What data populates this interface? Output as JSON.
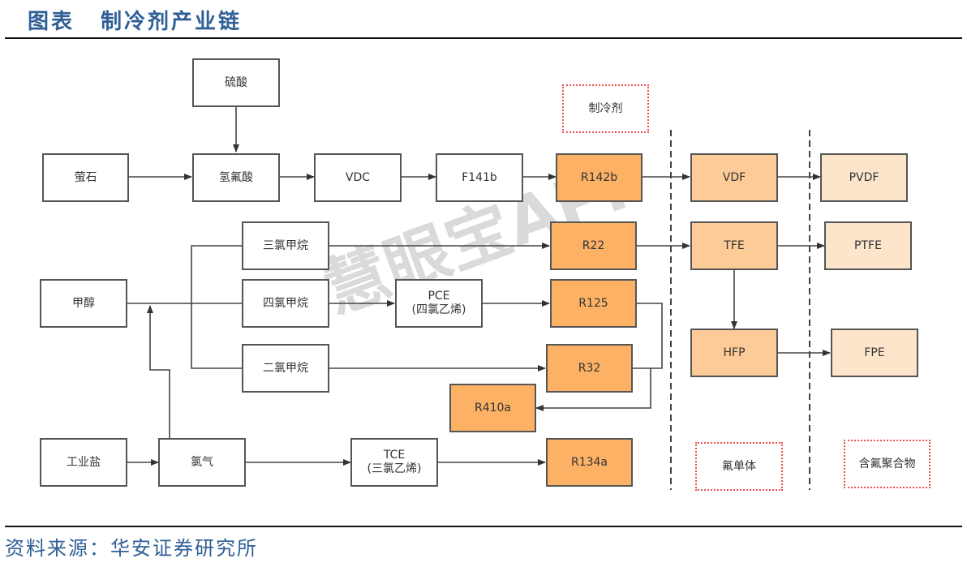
{
  "header": {
    "figure_label": "图表",
    "title": "制冷剂产业链"
  },
  "source": "资料来源：华安证券研究所",
  "watermark": "慧眼宝APP",
  "stage_labels": {
    "refrigerant": "制冷剂",
    "fluoro_monomer": "氟单体",
    "fluoropolymer": "含氟聚合物"
  },
  "nodes": {
    "sulfuric_acid": "硫酸",
    "fluorite": "萤石",
    "hydrofluoric_acid": "氢氟酸",
    "vdc": "VDC",
    "f141b": "F141b",
    "r142b": "R142b",
    "vdf": "VDF",
    "pvdf": "PVDF",
    "methanol": "甲醇",
    "chloroform": "三氯甲烷",
    "carbon_tetrachloride": "四氯甲烷",
    "dichloromethane": "二氯甲烷",
    "pce": "PCE\n(四氯乙烯)",
    "r22": "R22",
    "r125": "R125",
    "r32": "R32",
    "r410a": "R410a",
    "tfe": "TFE",
    "ptfe": "PTFE",
    "hfp": "HFP",
    "fpe": "FPE",
    "industrial_salt": "工业盐",
    "chlorine": "氯气",
    "tce": "TCE\n(三氯乙烯)",
    "r134a": "R134a"
  },
  "colors": {
    "refrigerant_fill": "#fcb165",
    "monomer_fill": "#fdcb97",
    "polymer_fill": "#fde5cc",
    "label_border": "#ec4f4f",
    "title_blue": "#2f5f96"
  }
}
